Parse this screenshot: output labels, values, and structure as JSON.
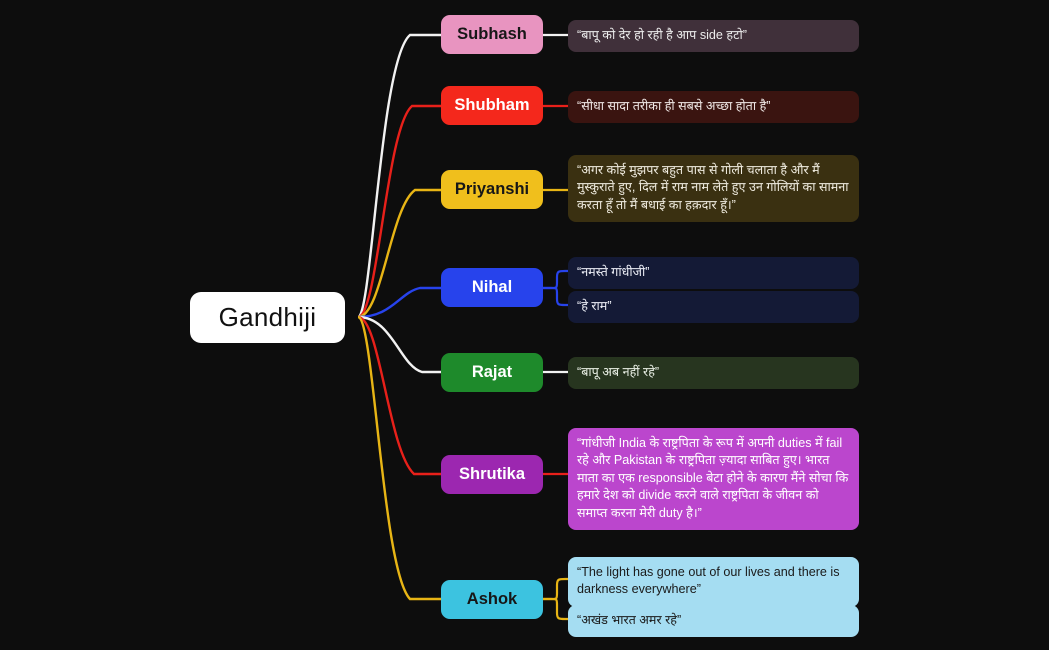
{
  "diagram": {
    "title": "Gandhiji mind map",
    "background_color": "#0d0d0d",
    "root": {
      "label": "Gandhiji",
      "background_color": "#ffffff",
      "text_color": "#111111"
    },
    "branches": [
      {
        "id": "subhash",
        "label": "Subhash",
        "node_color": "#e894c0",
        "node_text_color": "#171717",
        "link_color": "#f2f2f2",
        "quotes": [
          {
            "text": "“बापू को देर हो रही है आप side हटो”",
            "background_color": "#40303a",
            "text_color": "#ececec"
          }
        ]
      },
      {
        "id": "shubham",
        "label": "Shubham",
        "node_color": "#f4281c",
        "node_text_color": "#ffffff",
        "link_color": "#e8201a",
        "quotes": [
          {
            "text": "“सीधा सादा तरीका ही सबसे अच्छा होता है”",
            "background_color": "#3a1410",
            "text_color": "#efe7e5"
          }
        ]
      },
      {
        "id": "priyanshi",
        "label": "Priyanshi",
        "node_color": "#f0bf1c",
        "node_text_color": "#171717",
        "link_color": "#e8b515",
        "quotes": [
          {
            "text": "“अगर कोई मुझपर बहुत पास से गोली चलाता है और मैं मुस्कुराते हुए, दिल में राम नाम लेते हुए उन गोलियों का सामना करता हूँ तो मैं बधाई का हक़दार हूँ।”",
            "background_color": "#3a3011",
            "text_color": "#f0ece0"
          }
        ]
      },
      {
        "id": "nihal",
        "label": "Nihal",
        "node_color": "#2743ec",
        "node_text_color": "#ffffff",
        "link_color": "#2743ec",
        "quotes": [
          {
            "text": "“नमस्ते गांधीजी”",
            "background_color": "#141a36",
            "text_color": "#eceef6"
          },
          {
            "text": "“हे राम”",
            "background_color": "#141a36",
            "text_color": "#eceef6"
          }
        ]
      },
      {
        "id": "rajat",
        "label": "Rajat",
        "node_color": "#1e8a2b",
        "node_text_color": "#ffffff",
        "link_color": "#f2f2f2",
        "quotes": [
          {
            "text": "“बापू अब नहीं रहे”",
            "background_color": "#27351f",
            "text_color": "#eaf0e6"
          }
        ]
      },
      {
        "id": "shrutika",
        "label": "Shrutika",
        "node_color": "#9c27b0",
        "node_text_color": "#ffffff",
        "link_color": "#e8201a",
        "quotes": [
          {
            "text": "“गांधीजी India के राष्ट्रपिता के रूप में अपनी duties में fail रहे और Pakistan के राष्ट्रपिता ज़्यादा साबित हुए। भारत माता का एक responsible बेटा होने के कारण मैंने सोचा कि हमारे देश को divide करने वाले राष्ट्रपिता के जीवन को समाप्त करना मेरी duty है।”",
            "background_color": "#bb46cd",
            "text_color": "#ffffff"
          }
        ]
      },
      {
        "id": "ashok",
        "label": "Ashok",
        "node_color": "#3cc3e0",
        "node_text_color": "#171717",
        "link_color": "#e8b515",
        "quotes": [
          {
            "text": "“The light has gone out of our lives and there is darkness everywhere”",
            "background_color": "#a5ddf2",
            "text_color": "#1a1a1a"
          },
          {
            "text": "“अखंड भारत अमर रहे”",
            "background_color": "#a5ddf2",
            "text_color": "#1a1a1a"
          }
        ]
      }
    ]
  }
}
